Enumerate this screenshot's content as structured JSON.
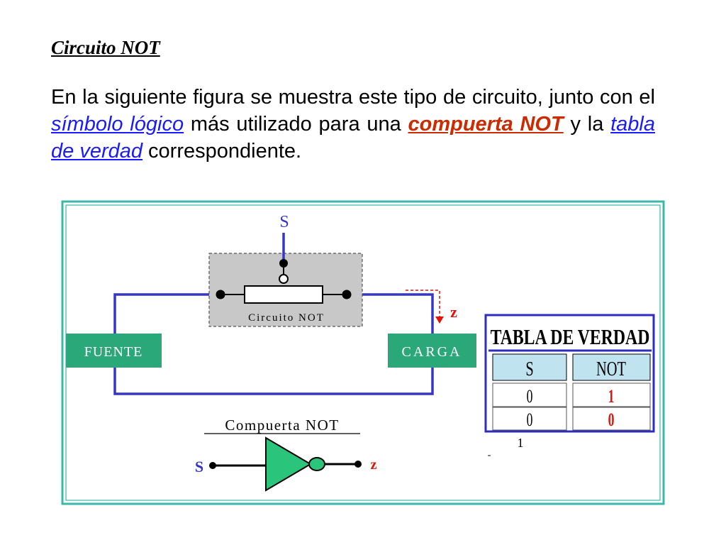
{
  "title": "Circuito NOT",
  "paragraph": {
    "part1": "En la siguiente figura se muestra este tipo de circuito, junto con el ",
    "link1": "símbolo lógico",
    "part2": " más utilizado para una ",
    "highlight": "compuerta NOT",
    "part3": " y la ",
    "link2": "tabla de verdad",
    "part4": " correspondiente."
  },
  "diagram": {
    "input_label": "S",
    "output_label": "z",
    "switch_caption": "Circuito NOT",
    "source_label": "FUENTE",
    "load_label": "CARGA",
    "gate_title": "Compuerta NOT",
    "gate_input": "S",
    "gate_output": "z"
  },
  "truth_table": {
    "title": "TABLA DE VERDAD",
    "headers": [
      "S",
      "NOT"
    ],
    "rows": [
      [
        "0",
        "1"
      ],
      [
        "0",
        "0"
      ]
    ],
    "fragment": "1",
    "dash": "-"
  },
  "colors": {
    "wire": "#3535c8",
    "box_green": "#2aa87a",
    "frame_teal": "#3ab8a8",
    "table_header_bg": "#bfe4ef",
    "table_border": "#2d2dbf",
    "output_red": "#e0140a",
    "highlight_text": "#cc2a00",
    "link_text": "#1a1aff"
  }
}
